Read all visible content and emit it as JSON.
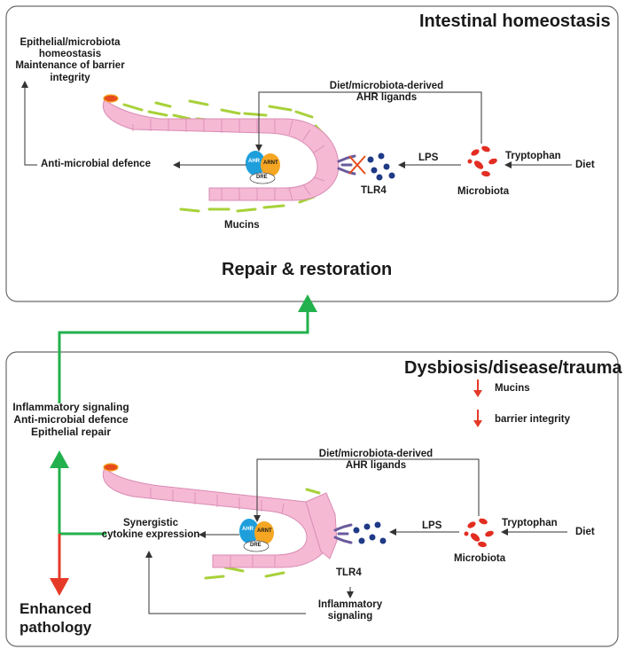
{
  "panels": {
    "top": {
      "title": "Intestinal homeostasis",
      "outcome": "Epithelial/microbiota homeostasis Maintenance of barrier integrity",
      "outcome_lines": [
        "Epithelial/microbiota",
        "homeostasis",
        "Maintenance of barrier",
        "integrity"
      ],
      "defence": "Anti-microbial defence",
      "ligands_lines": [
        "Diet/microbiota-derived",
        "AHR ligands"
      ],
      "lps": "LPS",
      "tryptophan": "Tryptophan",
      "diet": "Diet",
      "microbiota": "Microbiota",
      "tlr4": "TLR4",
      "mucins": "Mucins",
      "ahr": "AHR",
      "arnt": "ARNT",
      "dre": "DRE",
      "transition": "Repair & restoration"
    },
    "bottom": {
      "title": "Dysbiosis/disease/trauma",
      "down_mucins": "Mucins",
      "down_barrier": "barrier integrity",
      "response_lines": [
        "Inflammatory signaling",
        "Anti-microbial defence",
        "Epithelial repair"
      ],
      "cytokine_lines": [
        "Synergistic",
        "cytokine expression"
      ],
      "ligands_lines": [
        "Diet/microbiota-derived",
        "AHR ligands"
      ],
      "lps": "LPS",
      "tryptophan": "Tryptophan",
      "diet": "Diet",
      "microbiota": "Microbiota",
      "tlr4": "TLR4",
      "inflammatory_lines": [
        "Inflammatory",
        "signaling"
      ],
      "ahr": "AHR",
      "arnt": "ARNT",
      "dre": "DRE",
      "pathology_lines": [
        "Enhanced",
        "pathology"
      ]
    }
  },
  "colors": {
    "green_arrow": "#22b14c",
    "red_arrow": "#e53a28",
    "villus_pink": "#f5b9d4",
    "mucus_green": "#a8d13a",
    "ahr_blue": "#1e9fdc",
    "arnt_orange": "#f5a623",
    "lps_navy": "#1f3a86",
    "microbe_red": "#e32d22",
    "tlr4_purple": "#6a5a9c"
  }
}
